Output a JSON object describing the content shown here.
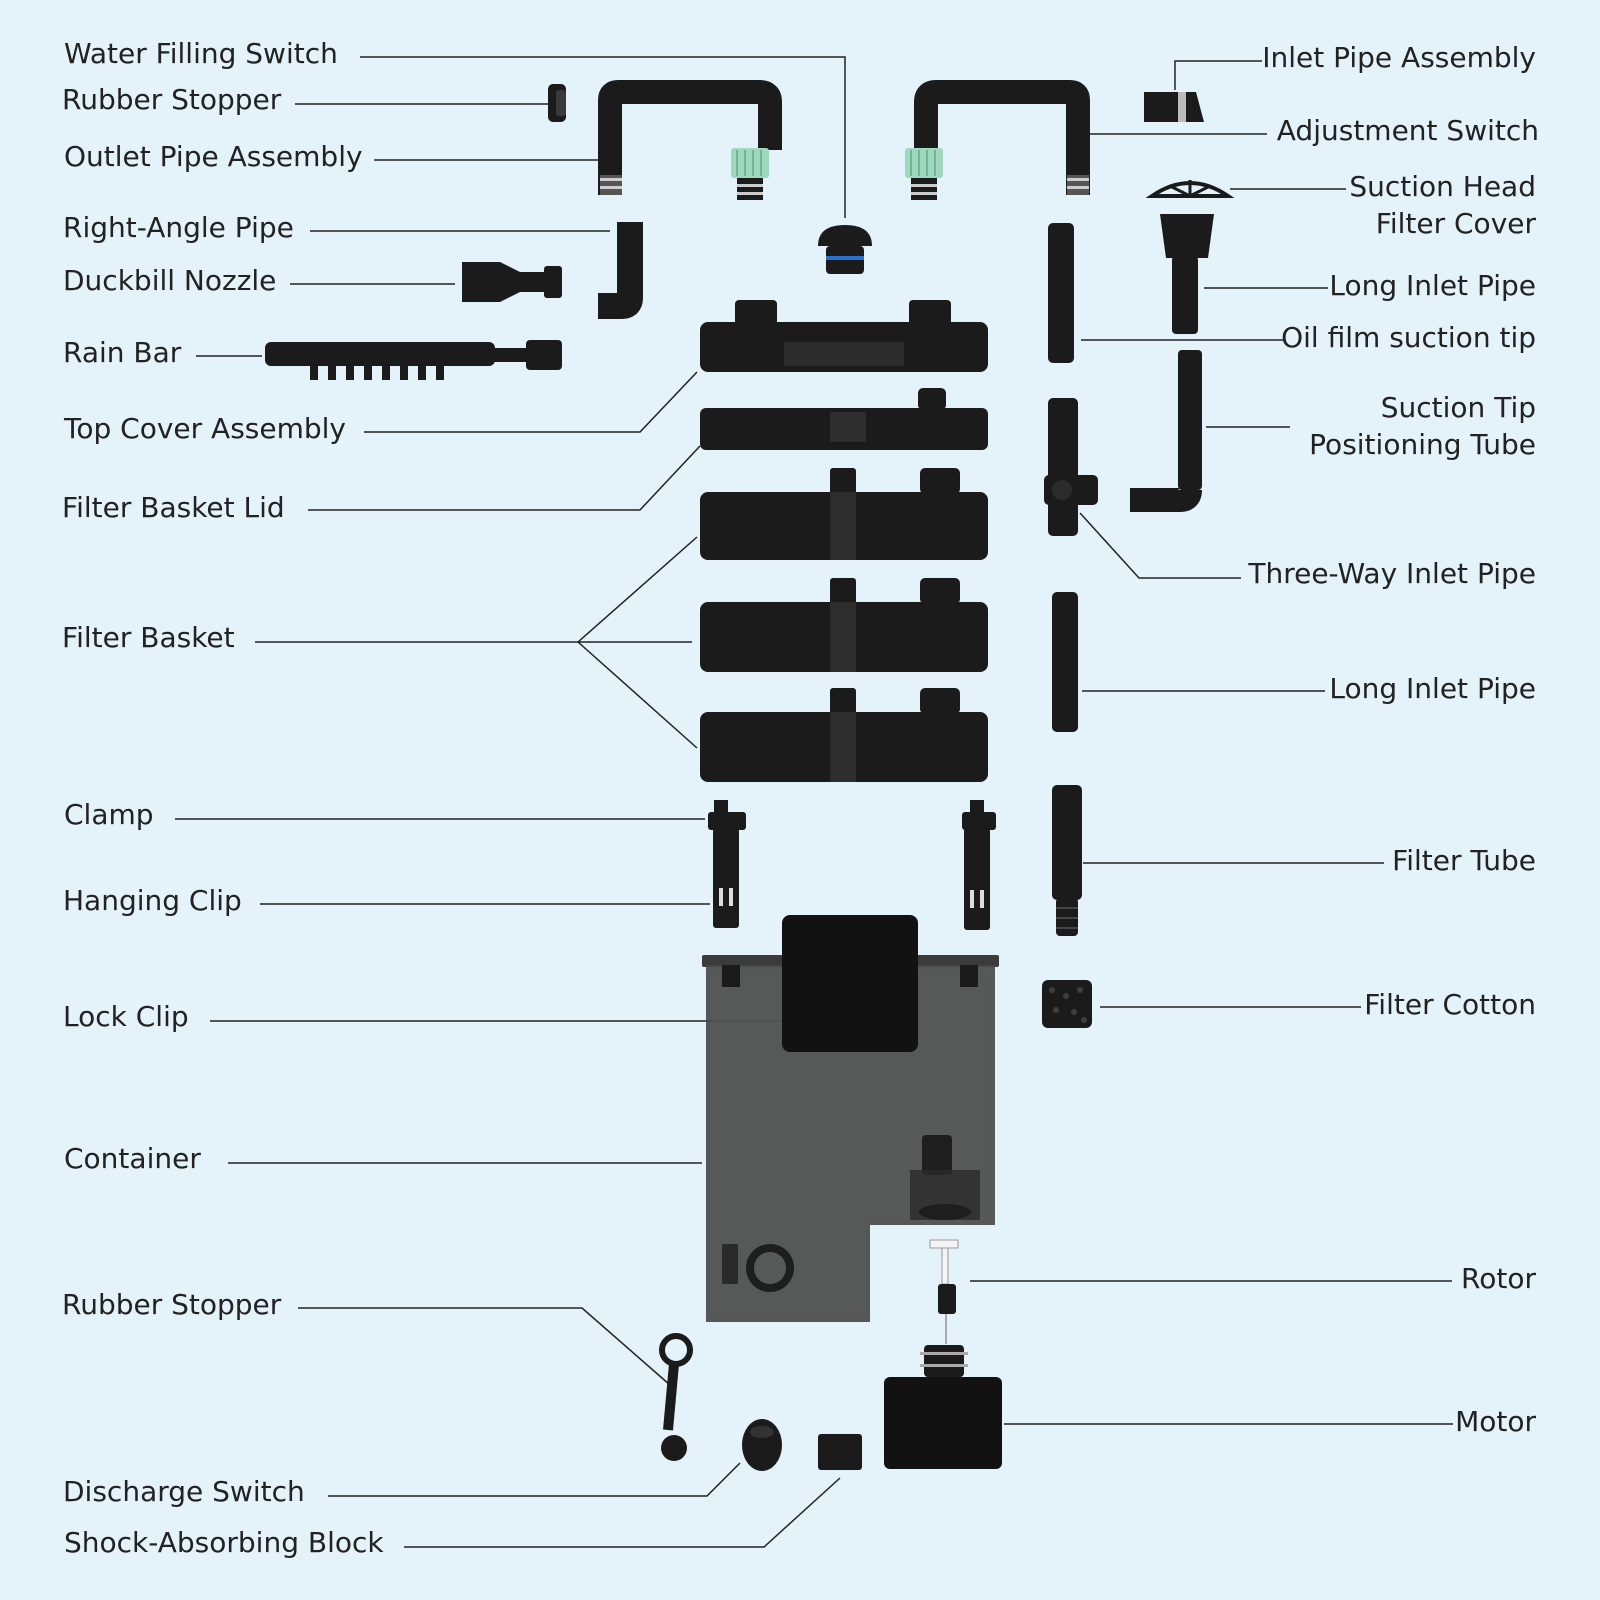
{
  "labels": {
    "left": {
      "water_filling_switch": "Water Filling Switch",
      "rubber_stopper_top": "Rubber Stopper",
      "outlet_pipe_assembly": "Outlet Pipe Assembly",
      "right_angle_pipe": "Right-Angle Pipe",
      "duckbill_nozzle": "Duckbill Nozzle",
      "rain_bar": "Rain Bar",
      "top_cover_assembly": "Top Cover Assembly",
      "filter_basket_lid": "Filter Basket Lid",
      "filter_basket": "Filter Basket",
      "clamp": "Clamp",
      "hanging_clip": "Hanging Clip",
      "lock_clip": "Lock Clip",
      "container": "Container",
      "rubber_stopper_bottom": "Rubber Stopper",
      "discharge_switch": "Discharge Switch",
      "shock_absorbing_block": "Shock-Absorbing Block"
    },
    "right": {
      "inlet_pipe_assembly": "Inlet Pipe Assembly",
      "adjustment_switch": "Adjustment Switch",
      "suction_head_filter_cover_1": "Suction Head",
      "suction_head_filter_cover_2": "Filter Cover",
      "long_inlet_pipe_top": "Long Inlet Pipe",
      "oil_film_suction_tip": "Oil film suction tip",
      "suction_tip_positioning_tube_1": "Suction Tip",
      "suction_tip_positioning_tube_2": "Positioning Tube",
      "three_way_inlet_pipe": "Three-Way Inlet Pipe",
      "long_inlet_pipe_mid": "Long Inlet Pipe",
      "filter_tube": "Filter Tube",
      "filter_cotton": "Filter Cotton",
      "rotor": "Rotor",
      "motor": "Motor"
    }
  },
  "colors": {
    "background": "#e4f2fa",
    "part": "#1b1b1b",
    "part_highlight": "#3a3a3a",
    "container": "#4a4a4a",
    "valve_green": "#9fd8be",
    "leader_line": "#222222",
    "label_text": "#222222"
  }
}
